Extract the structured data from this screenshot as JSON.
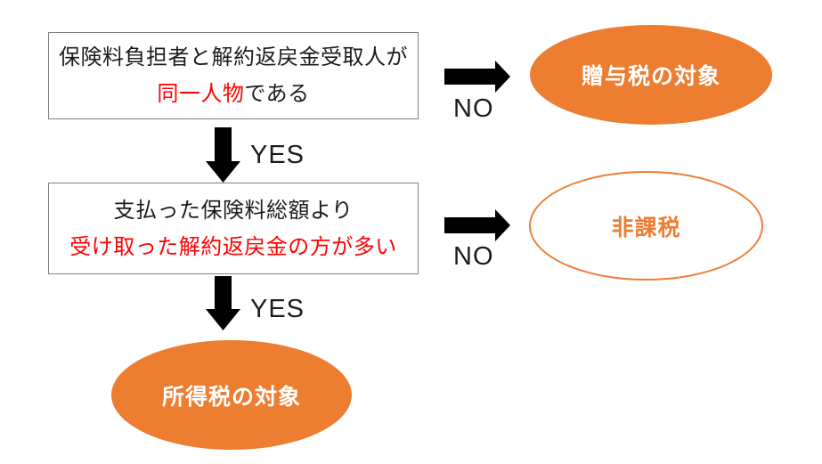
{
  "colors": {
    "accent_orange": "#ED7D31",
    "alert_red": "#FF0000",
    "text_black": "#1C1C1C",
    "box_border_gray": "#808080",
    "arrow_black": "#000000"
  },
  "flowchart": {
    "question1": {
      "line1": "保険料負担者と解約返戻金受取人が",
      "line2_highlight": "同一人物",
      "line2_rest": "である"
    },
    "question2": {
      "line1": "支払った保険料総額より",
      "line2_highlight": "受け取った解約返戻金の方が多い"
    },
    "labels": {
      "yes": "YES",
      "no": "NO"
    },
    "outcomes": {
      "gift_tax": "贈与税の対象",
      "tax_free": "非課税",
      "income_tax": "所得税の対象"
    }
  }
}
